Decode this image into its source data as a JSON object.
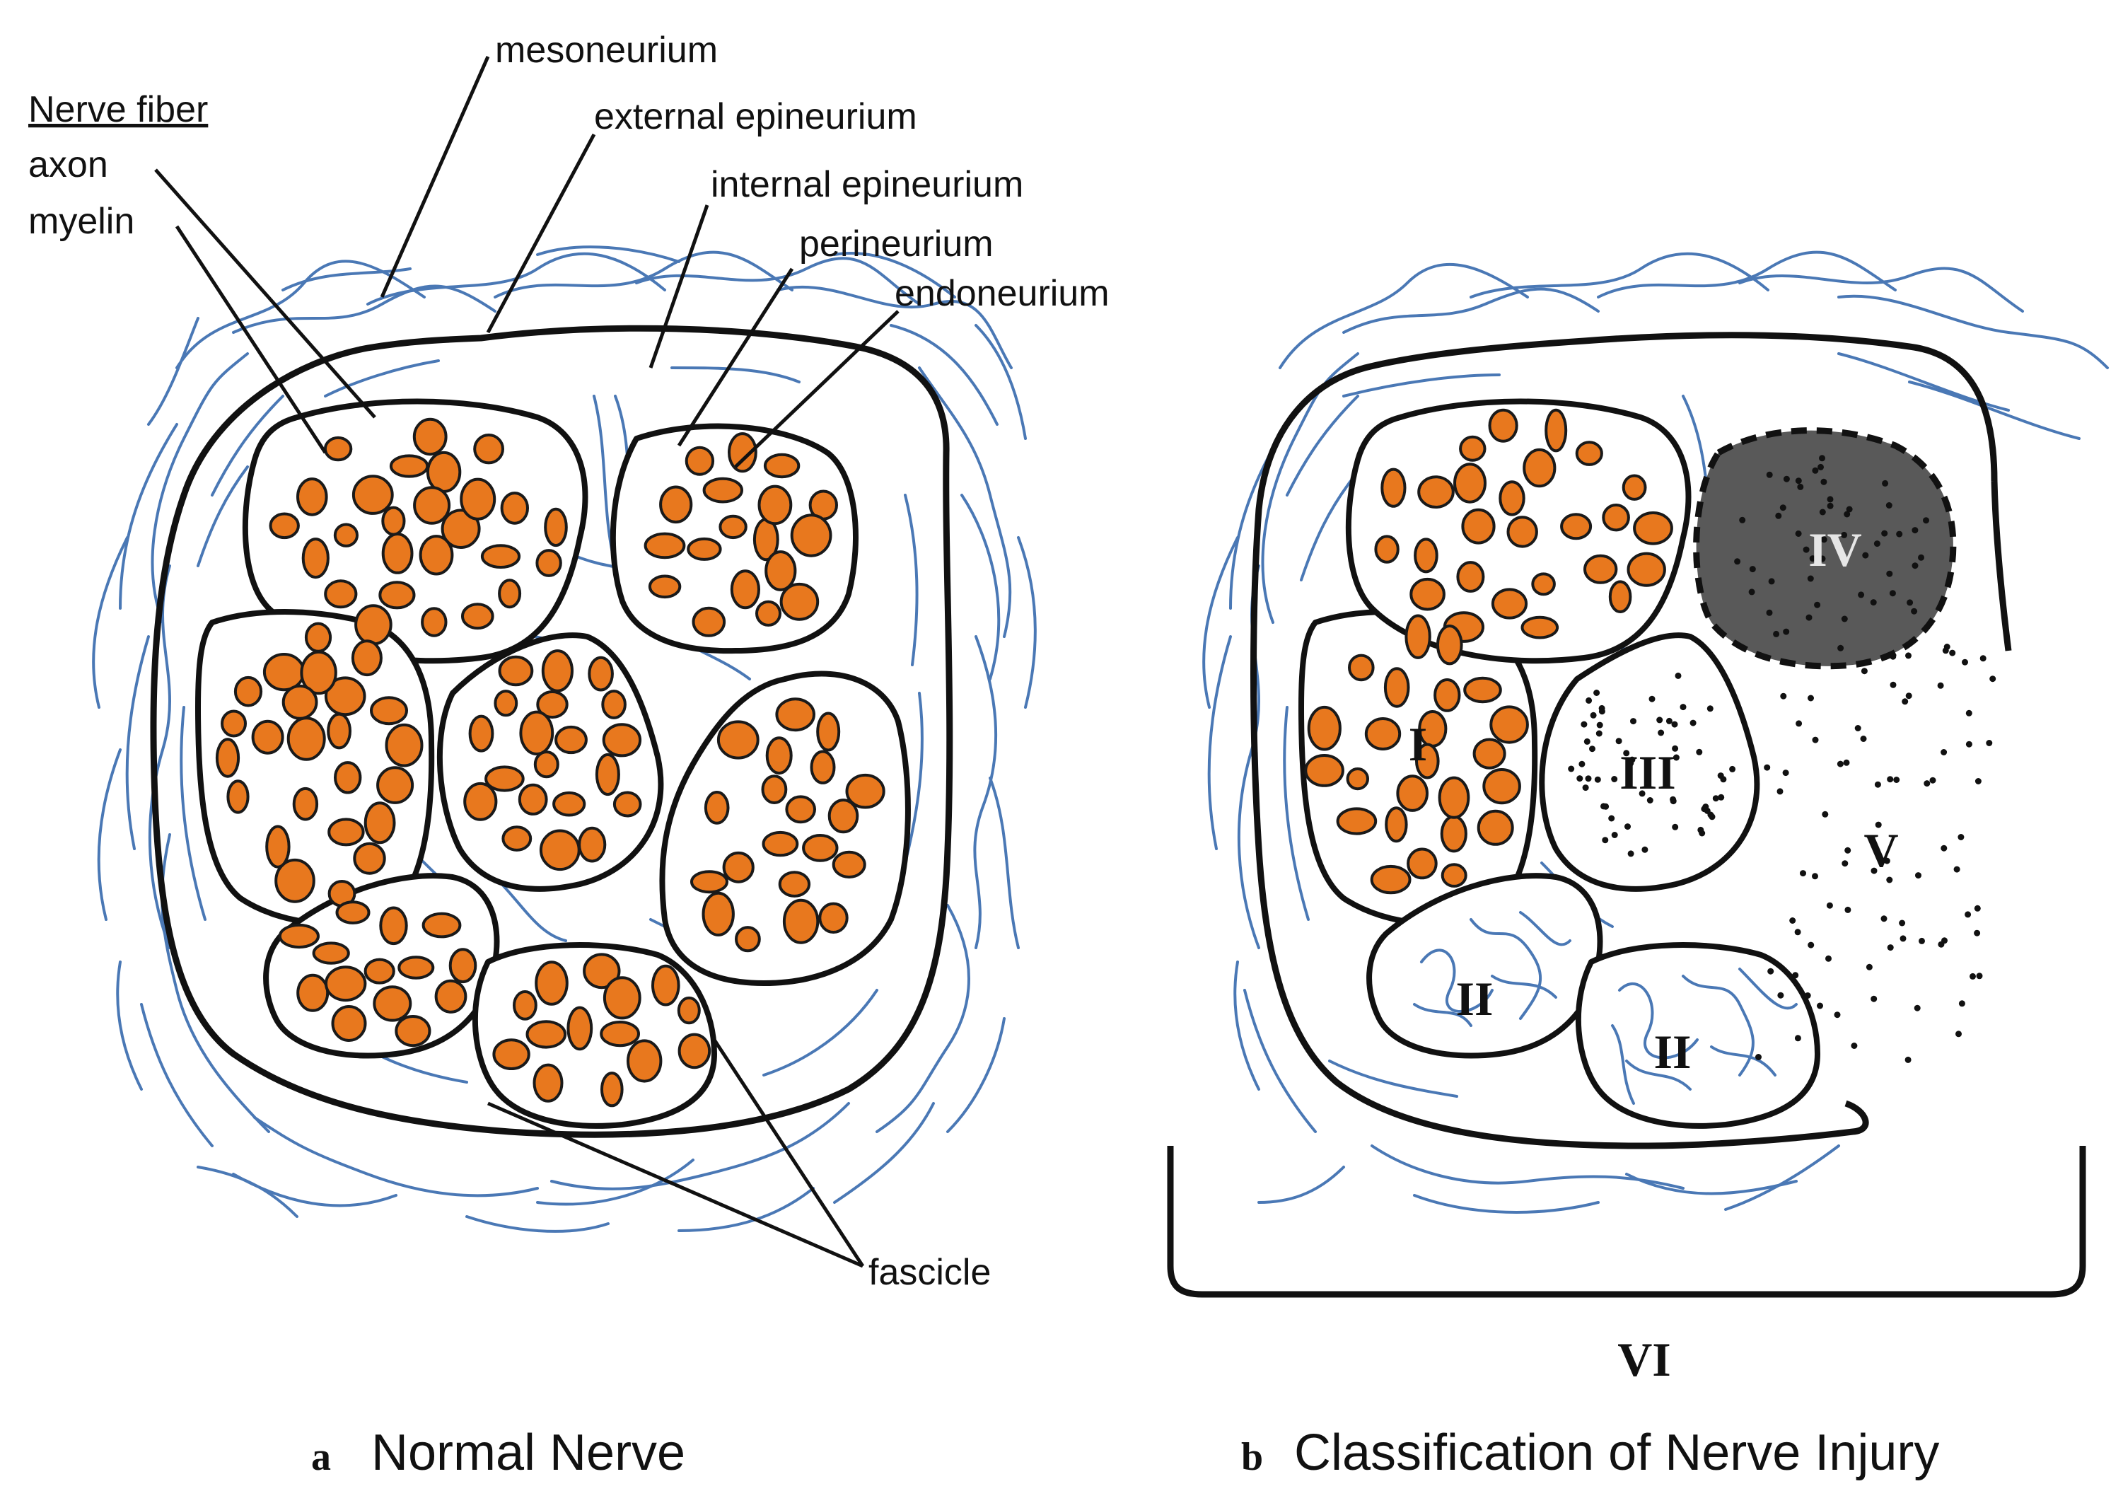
{
  "colors": {
    "connective_tissue": "#4a78b5",
    "axon": "#e8781e",
    "axon_outline": "#1a1a1a",
    "degenerated_fascicle": "#595959",
    "outline": "#111111"
  },
  "panel_a": {
    "caption_letter": "a",
    "caption_text": "Normal Nerve",
    "labels": {
      "nerve_fiber_heading": "Nerve fiber",
      "axon": "axon",
      "myelin": "myelin",
      "mesoneurium": "mesoneurium",
      "external_epineurium": "external epineurium",
      "internal_epineurium": "internal epineurium",
      "perineurium": "perineurium",
      "endoneurium": "endoneurium",
      "fascicle": "fascicle"
    }
  },
  "panel_b": {
    "caption_letter": "b",
    "caption_text": "Classification of Nerve Injury",
    "grades": {
      "grade_1": "I",
      "grade_2a": "II",
      "grade_2b": "II",
      "grade_3": "III",
      "grade_4": "IV",
      "grade_5": "V",
      "grade_6": "VI"
    }
  }
}
